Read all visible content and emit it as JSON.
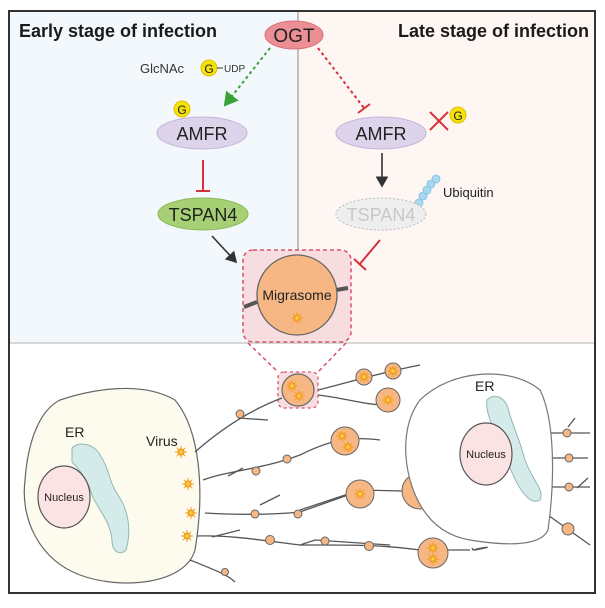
{
  "panels": {
    "early": {
      "title": "Early stage of infection",
      "bg": "#f3f8fc"
    },
    "late": {
      "title": "Late stage of infection",
      "bg": "#fdf6f3"
    }
  },
  "nodes": {
    "ogt": {
      "label": "OGT",
      "fill": "#ec8f95"
    },
    "glcnac": {
      "label": "GlcNAc",
      "g": "G",
      "udp": "UDP"
    },
    "amfr_early": {
      "label": "AMFR",
      "g": "G",
      "fill": "#ddd3ea"
    },
    "amfr_late": {
      "label": "AMFR",
      "g": "G",
      "fill": "#ddd3ea"
    },
    "tspan4_early": {
      "label": "TSPAN4",
      "fill": "#a7cf73"
    },
    "tspan4_late": {
      "label": "TSPAN4",
      "fill": "#eeeeee"
    },
    "ubiquitin": {
      "label": "Ubiquitin",
      "color": "#a8d8ef"
    },
    "migrasome": {
      "label": "Migrasome",
      "fill": "#f6b784"
    }
  },
  "cells": {
    "left": {
      "er": "ER",
      "nucleus": "Nucleus",
      "virus": "Virus"
    },
    "right": {
      "er": "ER",
      "nucleus": "Nucleus"
    }
  },
  "colors": {
    "activation_green": "#3aa23a",
    "inhibition_red": "#d9313a",
    "arrow_dark": "#333333",
    "er_fill": "#d5ebea",
    "nucleus_fill": "#fbe3e3",
    "cell_fill": "#fdfbed",
    "yellow_g": "#f5e20c"
  }
}
